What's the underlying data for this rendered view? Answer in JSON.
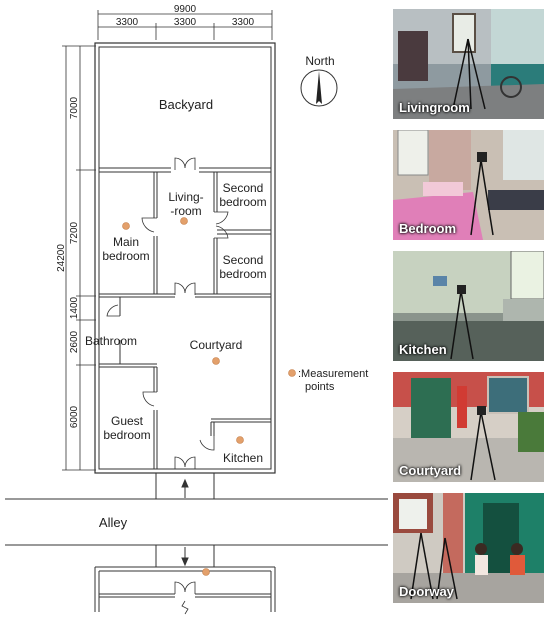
{
  "dimensions": {
    "top_total": "9900",
    "top_segments": [
      "3300",
      "3300",
      "3300"
    ],
    "left_total": "24200",
    "left_segments": [
      "7000",
      "7200",
      "1400",
      "2600",
      "6000"
    ]
  },
  "rooms": {
    "backyard": "Backyard",
    "living_room": [
      "Living-",
      "-room"
    ],
    "second_bedroom_a": [
      "Second",
      "bedroom"
    ],
    "second_bedroom_b": [
      "Second",
      "bedroom"
    ],
    "main_bedroom": [
      "Main",
      "bedroom"
    ],
    "bathroom": "Bathroom",
    "courtyard": "Courtyard",
    "guest_bedroom": [
      "Guest",
      "bedroom"
    ],
    "kitchen": "Kitchen",
    "alley": "Alley"
  },
  "compass": {
    "label": "North"
  },
  "legend": {
    "marker_color": "#e3a06b",
    "lines": [
      ":Measurement",
      "points"
    ]
  },
  "photos": [
    {
      "caption": "Livingroom"
    },
    {
      "caption": "Bedroom"
    },
    {
      "caption": "Kitchen"
    },
    {
      "caption": "Courtyard"
    },
    {
      "caption": "Doorway"
    }
  ]
}
